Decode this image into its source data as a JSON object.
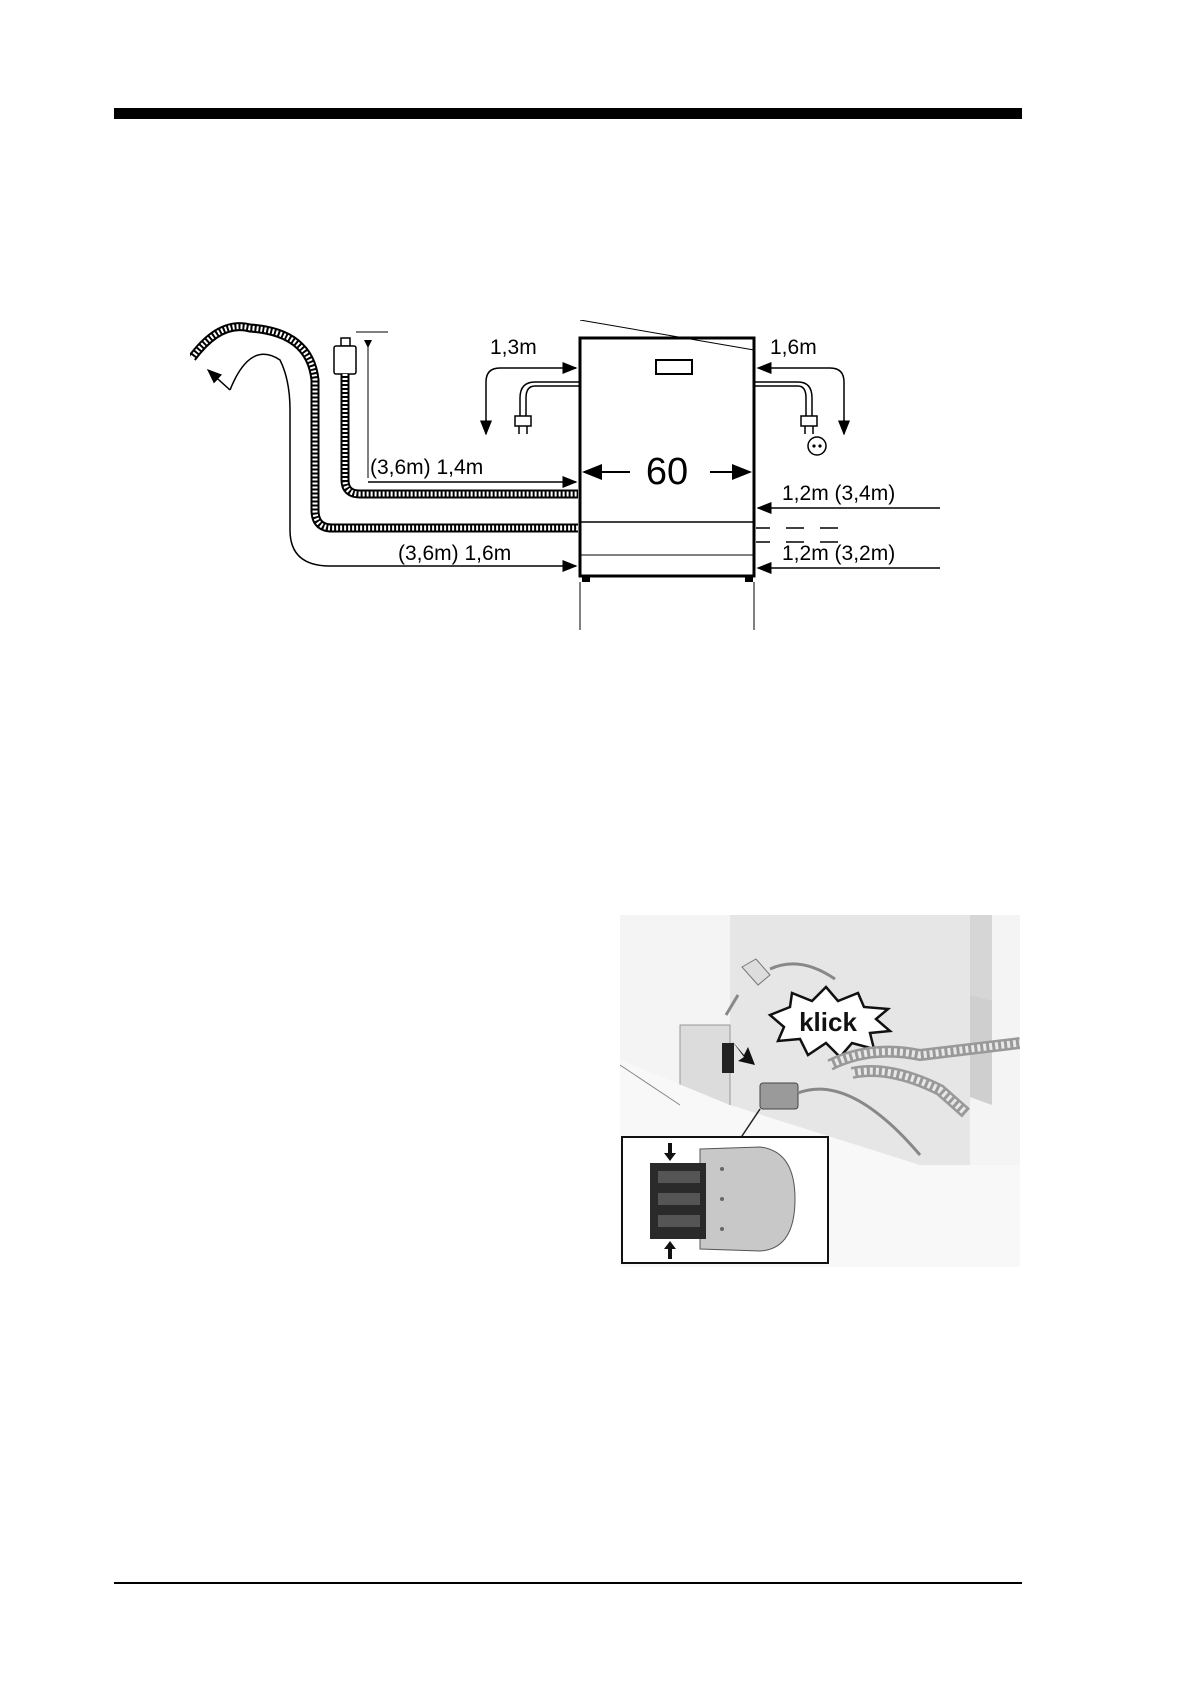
{
  "figure1": {
    "width_label": "60",
    "left_cord": "1,3m",
    "right_cord": "1,6m",
    "inlet_left": "(3,6m) 1,4m",
    "drain_left": "(3,6m) 1,6m",
    "inlet_right": "1,2m (3,4m)",
    "drain_right": "1,2m (3,2m)"
  },
  "figure2": {
    "callout": "klick"
  }
}
